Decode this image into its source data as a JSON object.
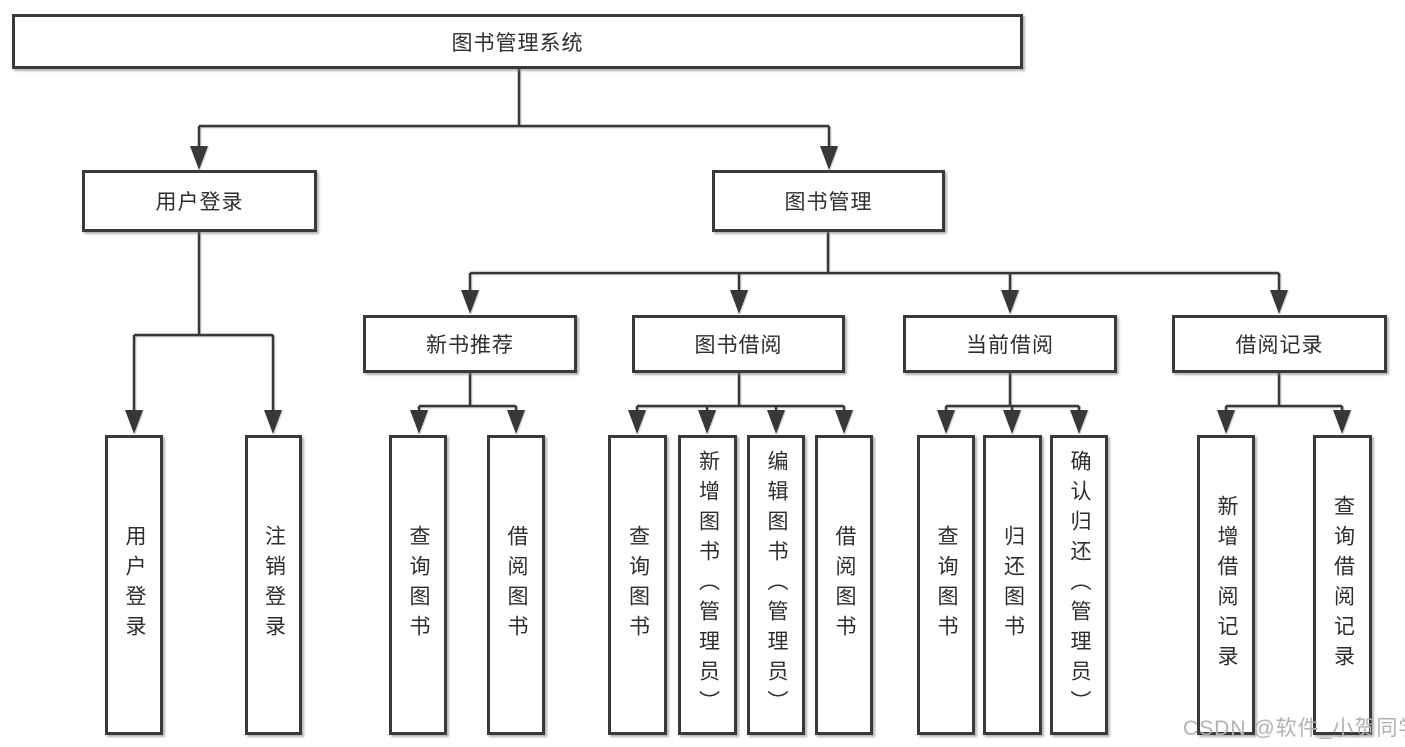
{
  "tree": {
    "label": "图书管理系统",
    "children": [
      {
        "label": "用户登录",
        "children": [
          {
            "label": "用户登录"
          },
          {
            "label": "注销登录"
          }
        ]
      },
      {
        "label": "图书管理",
        "children": [
          {
            "label": "新书推荐",
            "children": [
              {
                "label": "查询图书"
              },
              {
                "label": "借阅图书"
              }
            ]
          },
          {
            "label": "图书借阅",
            "children": [
              {
                "label": "查询图书"
              },
              {
                "label": "新增图书（管理员）"
              },
              {
                "label": "编辑图书（管理员）"
              },
              {
                "label": "借阅图书"
              }
            ]
          },
          {
            "label": "当前借阅",
            "children": [
              {
                "label": "查询图书"
              },
              {
                "label": "归还图书"
              },
              {
                "label": "确认归还（管理员）"
              }
            ]
          },
          {
            "label": "借阅记录",
            "children": [
              {
                "label": "新增借阅记录"
              },
              {
                "label": "查询借阅记录"
              }
            ]
          }
        ]
      }
    ]
  },
  "watermark": {
    "text": "CSDN @软件_小贺同学"
  },
  "colors": {
    "line": "#383838",
    "box_border": "#3a3a3a",
    "box_fill": "#ffffff",
    "text": "#2e2e2e",
    "watermark": "#b2b2b2",
    "background": "#ffffff"
  }
}
